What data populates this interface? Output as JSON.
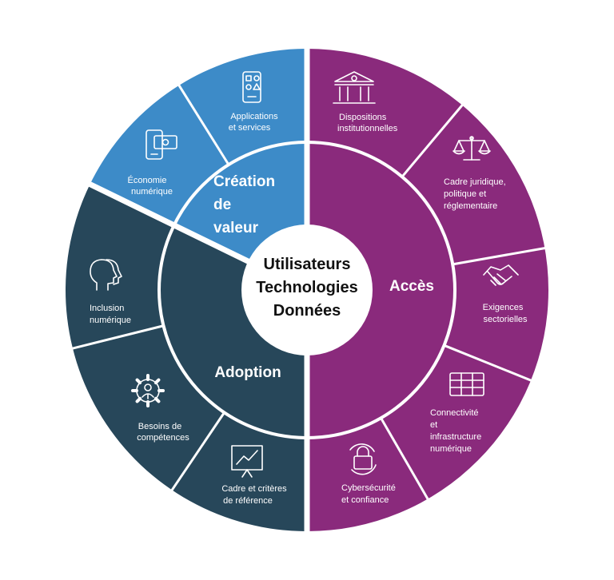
{
  "colors": {
    "creation": "#3d8bc8",
    "acces": "#8a2a7c",
    "adoption": "#27475a",
    "separator": "#ffffff",
    "center_text": "#111111"
  },
  "center": {
    "lines": [
      "Utilisateurs",
      "Technologies",
      "Données"
    ]
  },
  "quadrants": {
    "creation": {
      "title_lines": [
        "Création",
        "de",
        "valeur"
      ]
    },
    "acces": {
      "title": "Accès"
    },
    "adoption": {
      "title": "Adoption"
    }
  },
  "segments": [
    {
      "id": "applications",
      "icon": "mobile-apps-icon",
      "lines": [
        "Applications",
        "et services"
      ]
    },
    {
      "id": "economie",
      "icon": "mobile-payment-icon",
      "lines": [
        "Économie",
        "numérique"
      ]
    },
    {
      "id": "dispositions",
      "icon": "institution-building-icon",
      "lines": [
        "Dispositions",
        "institutionnelles"
      ]
    },
    {
      "id": "cadre-juridique",
      "icon": "scales-icon",
      "lines": [
        "Cadre juridique,",
        "politique et",
        "réglementaire"
      ]
    },
    {
      "id": "exigences",
      "icon": "handshake-icon",
      "lines": [
        "Exigences",
        "sectorielles"
      ]
    },
    {
      "id": "connectivite",
      "icon": "server-rack-icon",
      "lines": [
        "Connectivité",
        "et",
        "infrastructure",
        "numérique"
      ]
    },
    {
      "id": "cybersecurite",
      "icon": "padlock-icon",
      "lines": [
        "Cybersécurité",
        "et confiance"
      ]
    },
    {
      "id": "cadre-criteres",
      "icon": "chart-board-icon",
      "lines": [
        "Cadre et critères",
        "de référence"
      ]
    },
    {
      "id": "besoins",
      "icon": "gear-person-icon",
      "lines": [
        "Besoins de",
        "compétences"
      ]
    },
    {
      "id": "inclusion",
      "icon": "heads-profile-icon",
      "lines": [
        "Inclusion",
        "numérique"
      ]
    }
  ]
}
